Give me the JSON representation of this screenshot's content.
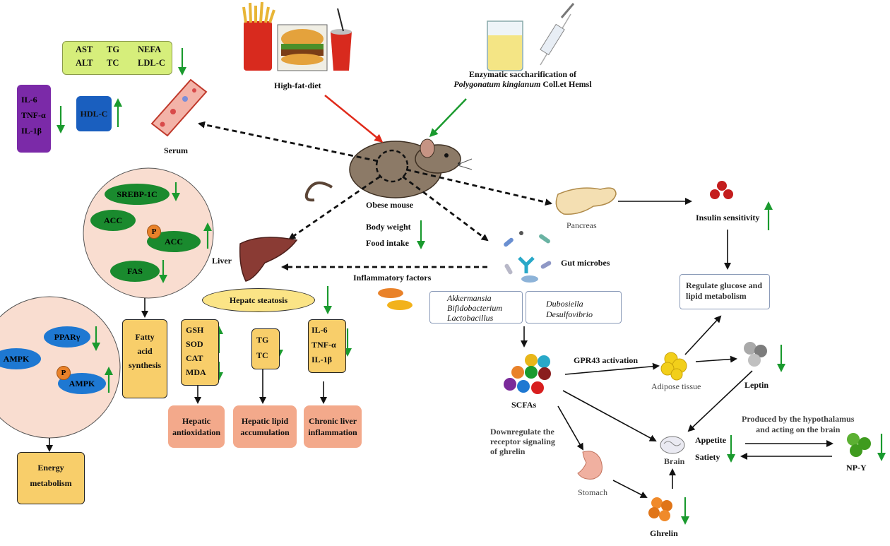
{
  "serum": {
    "markers_top": [
      "AST",
      "TG",
      "NEFA",
      "ALT",
      "TC",
      "LDL-C"
    ],
    "cytokines": [
      "IL-6",
      "TNF-α",
      "IL-1β"
    ],
    "hdl": "HDL-C",
    "label": "Serum"
  },
  "inputs": {
    "high_fat_diet": "High-fat-diet",
    "treatment_line1": "Enzymatic saccharification of",
    "treatment_species": "Polygonatum kingianum",
    "treatment_suffix": " Coll.et Hemsl"
  },
  "mouse": {
    "label": "Obese mouse",
    "body_weight": "Body weight",
    "food_intake": "Food intake"
  },
  "liver": {
    "label": "Liver",
    "srebp": "SREBP-1C",
    "acc": "ACC",
    "p": "P",
    "p_acc": "ACC",
    "fas": "FAS",
    "fatty_acid": [
      "Fatty",
      "acid",
      "synthesis"
    ],
    "pparg": "PPARγ",
    "ampk": "AMPK",
    "p_ampk": "AMPK",
    "energy": [
      "Energy",
      "metabolism"
    ],
    "steatosis": "Hepatc steatosis",
    "antiox_markers": [
      "GSH",
      "SOD",
      "CAT",
      "MDA"
    ],
    "lipid_markers": [
      "TG",
      "TC"
    ],
    "inflam_markers": [
      "IL-6",
      "TNF-α",
      "IL-1β"
    ],
    "outcome_antiox": [
      "Hepatic",
      "antioxidation"
    ],
    "outcome_lipid": [
      "Hepatic lipid",
      "accumulation"
    ],
    "outcome_inflam": [
      "Chronic liver",
      "inflammation"
    ],
    "inflammatory_factors": "Inflammatory factors"
  },
  "gut": {
    "label": "Gut microbes",
    "up": [
      "Akkermansia",
      "Bifidobacterium",
      "Lactobacillus"
    ],
    "down": [
      "Dubosiella",
      "Desulfovibrio"
    ],
    "scfas": "SCFAs",
    "gpr43": "GPR43 activation",
    "downregulate": [
      "Downregulate the",
      "receptor signaling",
      "of ghrelin"
    ]
  },
  "pancreas": {
    "label": "Pancreas",
    "insulin": "Insulin sensitivity",
    "regulate": [
      "Regulate glucose and",
      "lipid metabolism"
    ]
  },
  "brain": {
    "adipose": "Adipose tissue",
    "leptin": "Leptin",
    "brain": "Brain",
    "appetite": "Appetite",
    "satiety": "Satiety",
    "hypothalamus": [
      "Produced by the hypothalamus",
      "and acting on the brain"
    ],
    "npy": "NP-Y",
    "stomach": "Stomach",
    "ghrelin": "Ghrelin"
  },
  "colors": {
    "green_arrow": "#1a9a2e",
    "red_arrow": "#e02a1a",
    "liver_circle": "#f9ddd0",
    "enzyme_green": "#1a8a2e",
    "enzyme_blue": "#1e78d2",
    "salmon": "#f3a98b",
    "yellow": "#f8ce6a"
  }
}
